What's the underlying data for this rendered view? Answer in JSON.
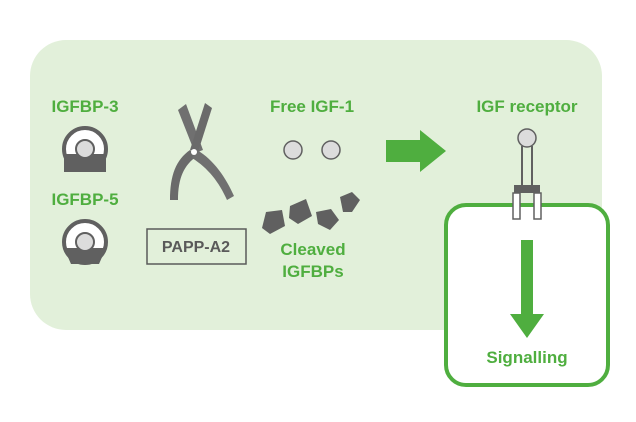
{
  "labels": {
    "igfbp3": "IGFBP-3",
    "igfbp5": "IGFBP-5",
    "papp_a2": "PAPP-A2",
    "free_igf1": "Free IGF-1",
    "cleaved_line1": "Cleaved",
    "cleaved_line2": "IGFBPs",
    "igf_receptor": "IGF receptor",
    "signalling": "Signalling"
  },
  "colors": {
    "panel_bg": "#e2f0da",
    "accent_green": "#4fae3f",
    "dark_gray": "#606060",
    "light_gray": "#dcdcdc"
  },
  "icons": [
    "protein-complex-icon",
    "scissors-icon",
    "igf-molecule-icon",
    "protein-fragment-icon",
    "arrow-right-icon",
    "receptor-icon",
    "arrow-down-icon"
  ]
}
